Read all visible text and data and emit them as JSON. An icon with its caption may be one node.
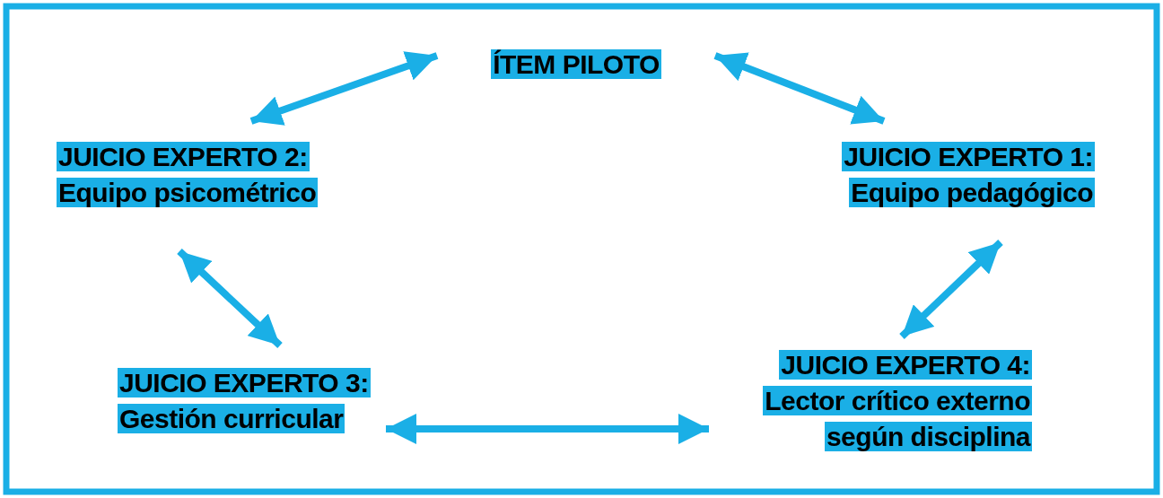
{
  "diagram": {
    "nodes": [
      {
        "text": [
          "ÍTEM PILOTO"
        ]
      },
      {
        "text": [
          "JUICIO EXPERTO 2:",
          "Equipo psicométrico"
        ]
      },
      {
        "text": [
          "JUICIO EXPERTO 1:",
          "Equipo pedagógico"
        ]
      },
      {
        "text": [
          "JUICIO EXPERTO 3:",
          "Gestión curricular"
        ]
      },
      {
        "text": [
          "JUICIO EXPERTO 4:",
          "Lector crítico externo según disciplina"
        ]
      }
    ],
    "edges": [
      {
        "from": 0,
        "to": 1,
        "arrow": "both"
      },
      {
        "from": 0,
        "to": 2,
        "arrow": "both"
      },
      {
        "from": 1,
        "to": 3,
        "arrow": "both"
      },
      {
        "from": 2,
        "to": 4,
        "arrow": "both"
      },
      {
        "from": 3,
        "to": 4,
        "arrow": "both"
      }
    ]
  }
}
